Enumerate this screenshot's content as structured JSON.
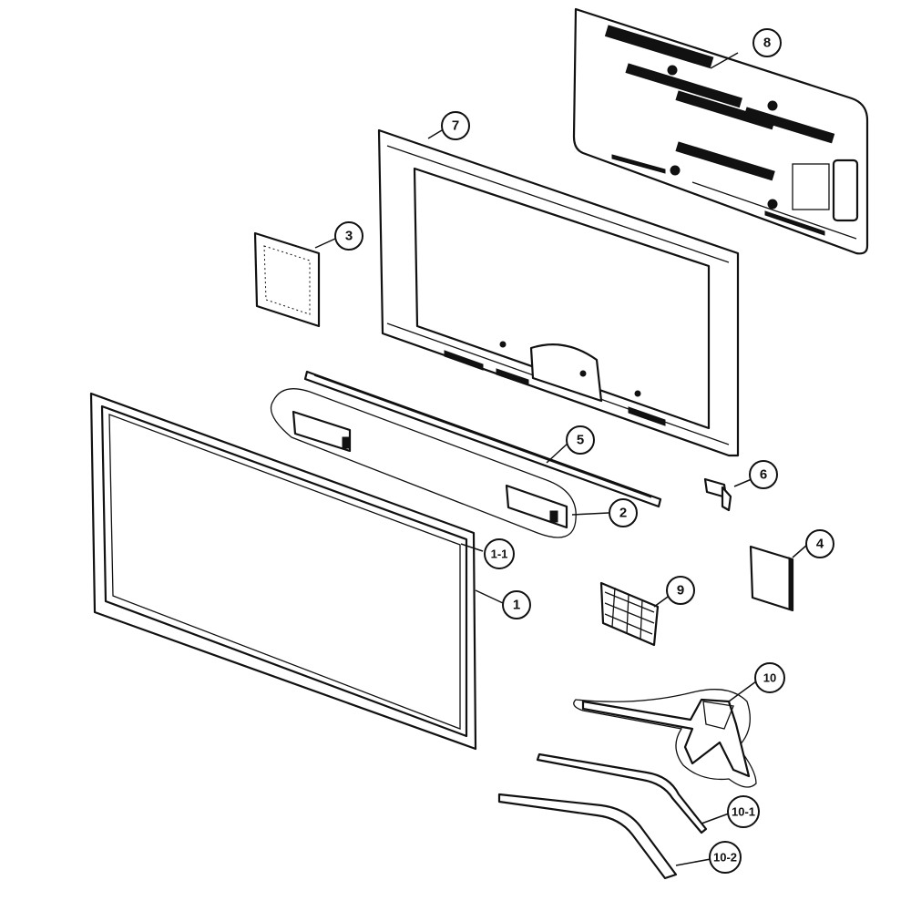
{
  "callouts": [
    {
      "id": "1",
      "label": "1"
    },
    {
      "id": "1-1",
      "label": "1-1"
    },
    {
      "id": "2",
      "label": "2"
    },
    {
      "id": "3",
      "label": "3"
    },
    {
      "id": "4",
      "label": "4"
    },
    {
      "id": "5",
      "label": "5"
    },
    {
      "id": "6",
      "label": "6"
    },
    {
      "id": "7",
      "label": "7"
    },
    {
      "id": "8",
      "label": "8"
    },
    {
      "id": "9",
      "label": "9"
    },
    {
      "id": "10",
      "label": "10"
    },
    {
      "id": "10-1",
      "label": "10-1"
    },
    {
      "id": "10-2",
      "label": "10-2"
    }
  ]
}
